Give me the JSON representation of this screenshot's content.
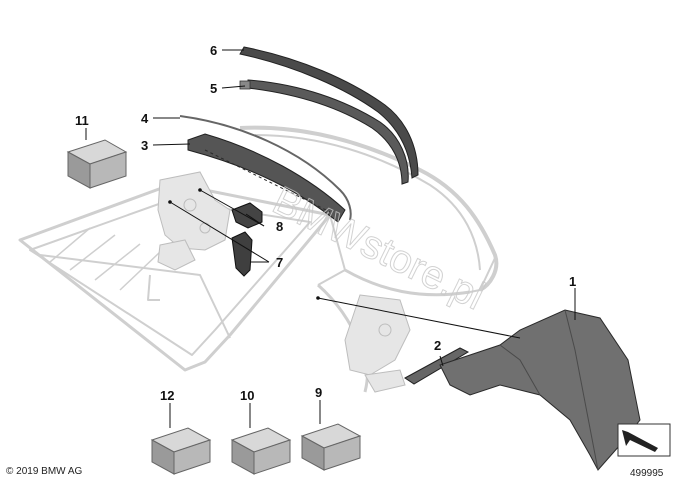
{
  "callouts": {
    "c1": "1",
    "c2": "2",
    "c3": "3",
    "c4": "4",
    "c5": "5",
    "c6": "6",
    "c7": "7",
    "c8": "8",
    "c9": "9",
    "c10": "10",
    "c11": "11",
    "c12": "12"
  },
  "footer": {
    "copyright": "© 2019 BMW AG",
    "diagram_number": "499995"
  },
  "watermark": "BMWstore.pl",
  "colors": {
    "line": "#111111",
    "frame": "#d4d4d4",
    "part_dark": "#555555",
    "part_mid": "#6e6e6e",
    "box_top": "#d8d8d8",
    "box_side": "#9a9a9a"
  }
}
